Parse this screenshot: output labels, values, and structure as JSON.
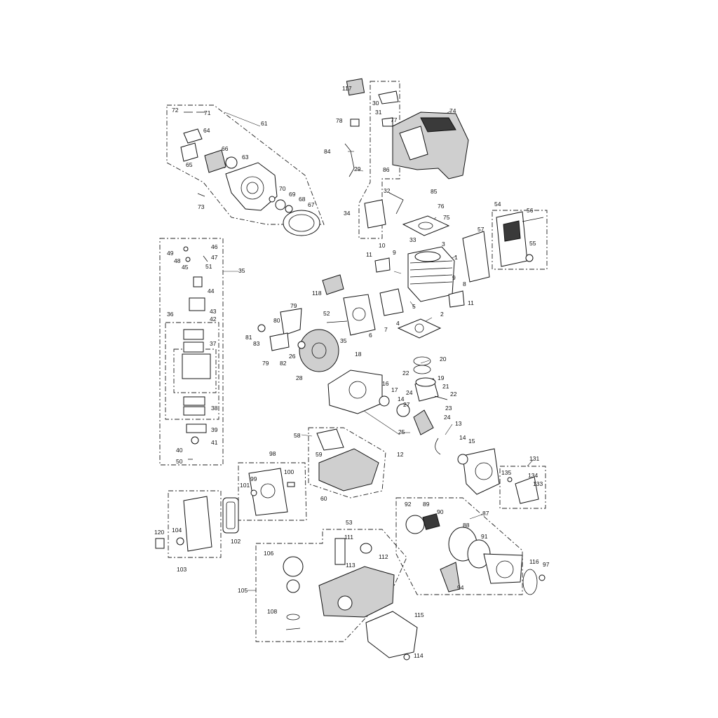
{
  "labels": {
    "l1": "1",
    "l2": "2",
    "l3": "3",
    "l4": "4",
    "l5": "5",
    "l6": "6",
    "l7": "7",
    "l8": "8",
    "l9a": "9",
    "l9b": "9",
    "l10": "10",
    "l11a": "11",
    "l11b": "11",
    "l12": "12",
    "l13": "13",
    "l14a": "14",
    "l14b": "14",
    "l15": "15",
    "l16": "16",
    "l17": "17",
    "l18": "18",
    "l19": "19",
    "l20": "20",
    "l21": "21",
    "l22a": "22",
    "l22b": "22",
    "l23": "23",
    "l24a": "24",
    "l24b": "24",
    "l25": "25",
    "l26": "26",
    "l27": "27",
    "l28": "28",
    "l29": "29",
    "l30": "30",
    "l31": "31",
    "l32": "32",
    "l33": "33",
    "l34": "34",
    "l35a": "35",
    "l35b": "35",
    "l36": "36",
    "l37": "37",
    "l38": "38",
    "l39": "39",
    "l40": "40",
    "l41": "41",
    "l42": "42",
    "l43": "43",
    "l44": "44",
    "l45": "45",
    "l46": "46",
    "l47": "47",
    "l48": "48",
    "l49": "49",
    "l50": "50",
    "l51": "51",
    "l52": "52",
    "l53": "53",
    "l54": "54",
    "l55": "55",
    "l56": "56",
    "l57": "57",
    "l58": "58",
    "l59": "59",
    "l60": "60",
    "l61": "61",
    "l63": "63",
    "l64": "64",
    "l65": "65",
    "l66": "66",
    "l67": "67",
    "l68": "68",
    "l69": "69",
    "l70": "70",
    "l71": "71",
    "l72": "72",
    "l73": "73",
    "l74": "74",
    "l75": "75",
    "l76": "76",
    "l77": "77",
    "l78": "78",
    "l79a": "79",
    "l79b": "79",
    "l80": "80",
    "l81": "81",
    "l82": "82",
    "l83": "83",
    "l84": "84",
    "l85": "85",
    "l86": "86",
    "l87": "87",
    "l88": "88",
    "l89": "89",
    "l90": "90",
    "l91": "91",
    "l92": "92",
    "l94": "94",
    "l97": "97",
    "l98": "98",
    "l99": "99",
    "l100": "100",
    "l101": "101",
    "l102": "102",
    "l103": "103",
    "l104": "104",
    "l105": "105",
    "l106": "106",
    "l108": "108",
    "l111": "111",
    "l112": "112",
    "l113": "113",
    "l114": "114",
    "l115": "115",
    "l116": "116",
    "l117": "117",
    "l118": "118",
    "l120": "120",
    "l131": "131",
    "l133": "133",
    "l134": "134",
    "l135": "135"
  }
}
